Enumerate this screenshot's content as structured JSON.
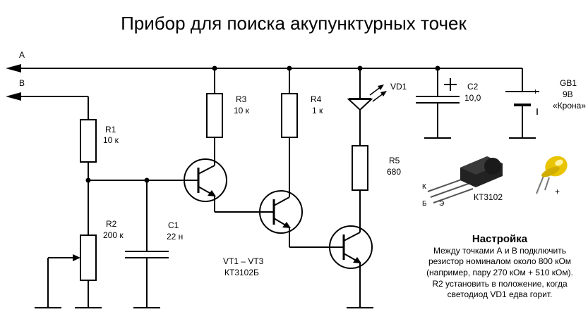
{
  "title": "Прибор для поиска акупунктурных точек",
  "terminals": {
    "a": "A",
    "b": "B"
  },
  "components": {
    "r1": {
      "name": "R1",
      "value": "10 к"
    },
    "r2": {
      "name": "R2",
      "value": "200 к"
    },
    "r3": {
      "name": "R3",
      "value": "10 к"
    },
    "r4": {
      "name": "R4",
      "value": "1 к"
    },
    "r5": {
      "name": "R5",
      "value": "680"
    },
    "c1": {
      "name": "C1",
      "value": "22 н"
    },
    "c2": {
      "name": "C2",
      "value": "10,0"
    },
    "vd1": {
      "name": "VD1"
    },
    "gb1": {
      "name": "GB1",
      "voltage": "9В",
      "type": "«Крона»",
      "plus": "+"
    },
    "transistors": {
      "line1": "VT1 – VT3",
      "line2": "КТ3102Б"
    }
  },
  "transistor_pinout": {
    "k": "К",
    "b": "Б",
    "e": "Э",
    "model": "КТ3102"
  },
  "led_illustration": {
    "plus": "+"
  },
  "setup": {
    "heading": "Настройка",
    "lines": [
      "Между точками А и В подключить",
      "резистор номиналом около 800 кОм",
      "(например, пару 270 кОм + 510 кОм).",
      "R2 установить в положение, когда",
      "светодиод VD1 едва горит."
    ]
  }
}
